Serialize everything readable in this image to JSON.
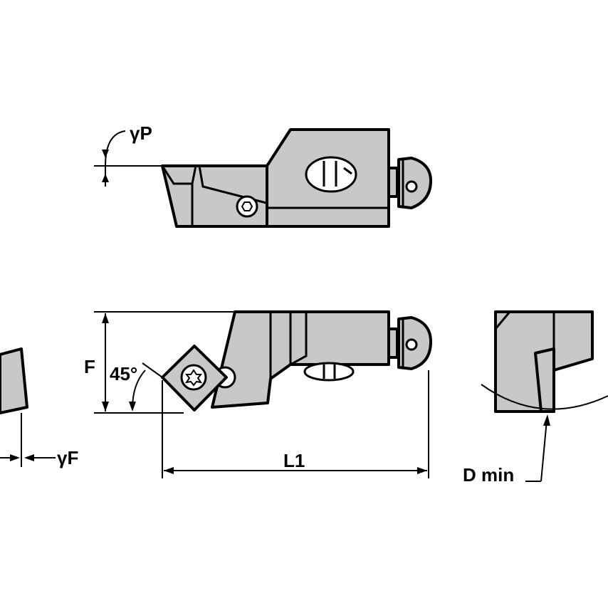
{
  "labels": {
    "gamma_p": "γP",
    "gamma_f": "γF",
    "f": "F",
    "angle": "45°",
    "l1": "L1",
    "d_min": "D min"
  }
}
